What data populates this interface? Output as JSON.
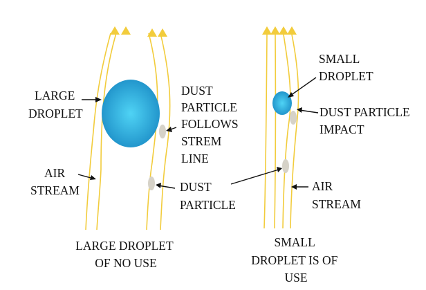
{
  "colors": {
    "streamline": "#f2cc3c",
    "droplet_outer": "#1e90c8",
    "droplet_inner": "#4fd3f5",
    "dust": "#d6d2c8",
    "arrow": "#111111",
    "text": "#111111"
  },
  "left_panel": {
    "large_droplet_label": [
      "LARGE",
      "DROPLET"
    ],
    "dust_follows_label": [
      "DUST",
      "PARTICLE",
      "FOLLOWS",
      "STREM",
      "LINE"
    ],
    "air_stream_label": [
      "AIR",
      "STREAM"
    ],
    "dust_particle_label": [
      "DUST",
      "PARTICLE"
    ],
    "caption": [
      "LARGE DROPLET",
      "OF NO USE"
    ]
  },
  "right_panel": {
    "small_droplet_label": [
      "SMALL",
      "DROPLET"
    ],
    "dust_impact_label": [
      "DUST PARTICLE",
      "IMPACT"
    ],
    "air_stream_label": [
      "AIR",
      "STREAM"
    ],
    "caption": [
      "SMALL",
      "DROPLET IS OF",
      "USE"
    ]
  }
}
